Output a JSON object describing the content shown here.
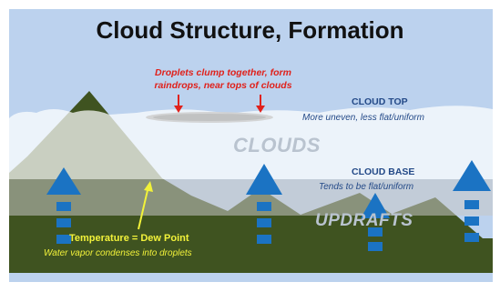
{
  "diagram": {
    "title": "Cloud Structure, Formation",
    "labels": {
      "droplets_line1": "Droplets clump together, form",
      "droplets_line2": "raindrops, near tops of clouds",
      "cloud_top_title": "CLOUD TOP",
      "cloud_top_desc": "More uneven, less flat/uniform",
      "clouds": "CLOUDS",
      "cloud_base_title": "CLOUD BASE",
      "cloud_base_desc": "Tends to be flat/uniform",
      "updrafts": "UPDRAFTS",
      "temperature": "Temperature = Dew Point",
      "condense": "Water vapor condenses into droplets"
    },
    "colors": {
      "sky": "#bcd2ee",
      "ground": "#3f5320",
      "cloud": "#ffffff",
      "cloud_base_band": "#c6c6c6",
      "arrow": "#1b73c3",
      "red_text": "#e0211b",
      "yellow_text": "#f2f23a",
      "label_blue": "#244a88",
      "clouds_text": "#b9c3cf"
    },
    "icons": [
      "up-arrow-icon",
      "down-arrow-icon"
    ]
  }
}
